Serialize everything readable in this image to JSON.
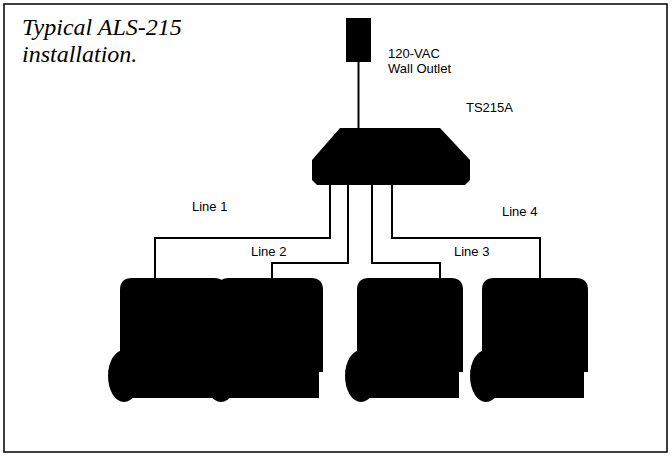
{
  "diagram": {
    "title": "Typical ALS-215 installation.",
    "nodes": [
      {
        "text": [
          "120-VAC Wall Outlet"
        ]
      },
      {
        "text": [
          "TS215A"
        ]
      }
    ],
    "edges": [
      {
        "from": 0,
        "to": 1,
        "arrow": "none"
      }
    ],
    "labels": [
      "Line 1",
      "Line 2",
      "Line 3",
      "Line 4"
    ]
  }
}
